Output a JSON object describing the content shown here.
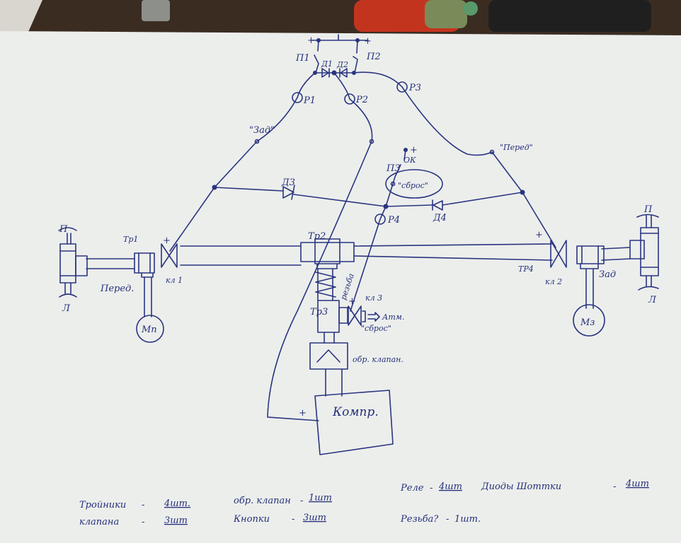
{
  "diagram": {
    "top": {
      "plus_left": "+",
      "plus_right": "+"
    },
    "switches": {
      "p1": "П1",
      "p2": "П2",
      "p3": "П3",
      "ok": "ОК",
      "p3_plus": "+"
    },
    "diodes": {
      "d1": "Д1",
      "d2": "Д2",
      "d3": "Д3",
      "d4": "Д4"
    },
    "relays": {
      "r1": "Р1",
      "r2": "Р2",
      "r3": "Р3",
      "r4": "Р4"
    },
    "nodes": {
      "rear": "\"Зад\"",
      "front": "\"Перед\"",
      "reset": "\"сброс\""
    },
    "tees": {
      "t1": "Тр1",
      "t2": "Тр2",
      "t3": "Тр3",
      "t4": "ТР4"
    },
    "valves": {
      "v1": "кл 1",
      "v2": "кл 2",
      "v3": "кл 3",
      "v1_plus": "+",
      "v2_plus": "+",
      "v3_plus": "+"
    },
    "center": {
      "thread": "резьба",
      "atm": "Атм.",
      "reset": "\"сброс\"",
      "check_valve": "обр. клапан.",
      "compressor": "Компр.",
      "comp_plus": "+"
    },
    "left": {
      "top": "П",
      "bottom": "Л",
      "front": "Перед.",
      "motor": "Мп"
    },
    "right": {
      "top": "П",
      "bottom": "Л",
      "rear": "Зад",
      "motor": "Мз"
    }
  },
  "parts_list": [
    {
      "name": "Тройники",
      "qty": "4шт."
    },
    {
      "name": "клапана",
      "qty": "3шт"
    },
    {
      "name": "обр. клапан",
      "qty": "1шт"
    },
    {
      "name": "Кнопки",
      "qty": "3шт"
    },
    {
      "name": "Реле",
      "qty": "4шт"
    },
    {
      "name": "Резьба?",
      "qty": "1шт."
    },
    {
      "name": "Диоды Шоттки",
      "qty": "4шт"
    }
  ]
}
